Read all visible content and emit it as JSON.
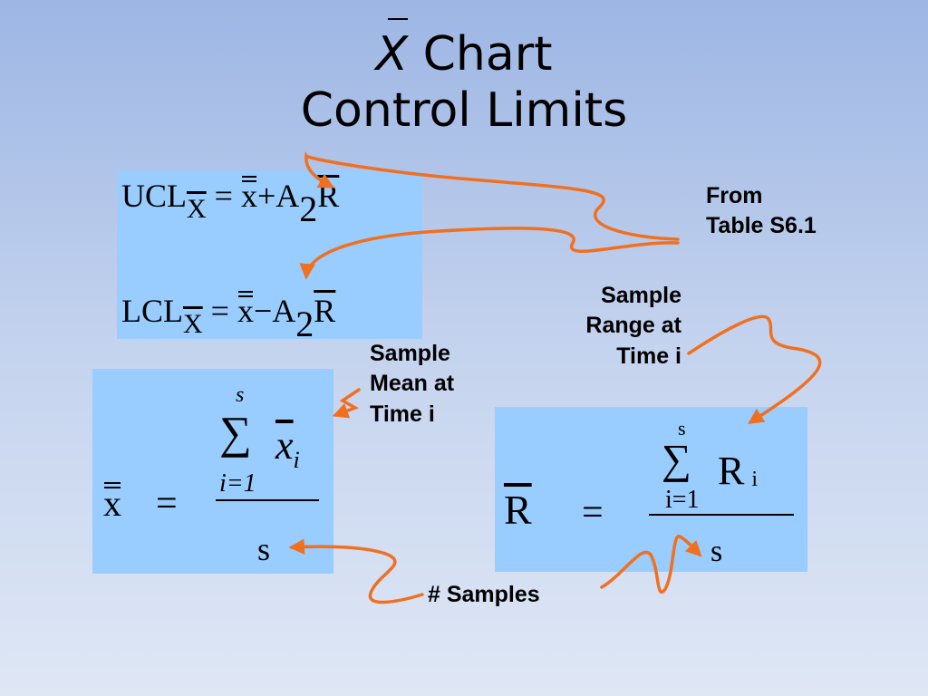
{
  "title": {
    "symbol": "X",
    "line1": "Chart",
    "line2": "Control Limits"
  },
  "formulas": {
    "ucl": {
      "lhs": "UCL",
      "sub": "X",
      "eq": "=",
      "xbar": "x",
      "plus": "+",
      "a": "A",
      "a_sub": "2",
      "r": "R"
    },
    "lcl": {
      "lhs": "LCL",
      "sub": "X",
      "eq": "=",
      "xbar": "x",
      "minus": "−",
      "a": "A",
      "a_sub": "2",
      "r": "R"
    },
    "xbarbar": {
      "lhs": "x",
      "eq": "=",
      "upper": "s",
      "sigma": "∑",
      "term": "x",
      "term_sub": "i",
      "lower": "i=1",
      "denom": "s"
    },
    "rbar": {
      "lhs": "R",
      "eq": "=",
      "upper": "s",
      "sigma": "∑",
      "term": "R",
      "term_sub": "i",
      "lower": "i=1",
      "denom": "s"
    }
  },
  "annotations": {
    "from_table": [
      "From",
      "Table S6.1"
    ],
    "sample_mean": [
      "Sample",
      "Mean at",
      "Time i"
    ],
    "sample_range": [
      "Sample",
      "Range at",
      "Time i"
    ],
    "num_samples": "# Samples"
  },
  "colors": {
    "arrow": "#f07020",
    "box": "#99ccff"
  }
}
